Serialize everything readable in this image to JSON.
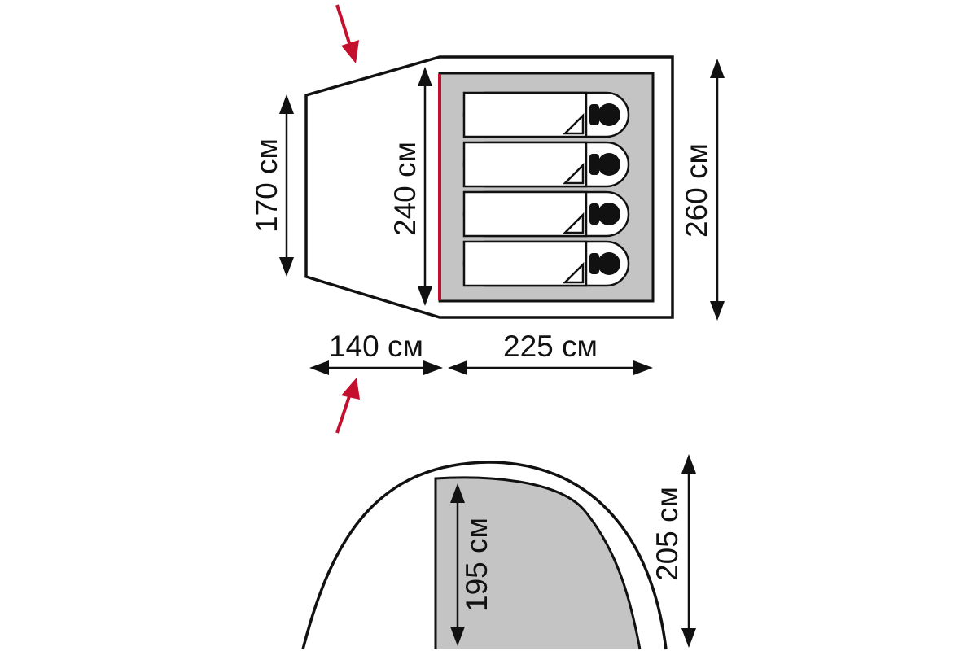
{
  "colors": {
    "outline": "#111111",
    "inner_tent": "#c4c4c4",
    "entrance_accent": "#c4102e",
    "background": "#ffffff"
  },
  "plan_view": {
    "dimensions": {
      "vestibule_width": "170 см",
      "inner_width": "240 см",
      "outer_width": "260 см",
      "vestibule_length": "140 см",
      "inner_length": "225 см"
    },
    "sleeping_places": 4,
    "icons": [
      "entrance-arrow-icon",
      "entrance-arrow-icon",
      "sleeping-bag-icon"
    ]
  },
  "side_view": {
    "dimensions": {
      "inner_height": "195 см",
      "outer_height": "205 см"
    }
  }
}
